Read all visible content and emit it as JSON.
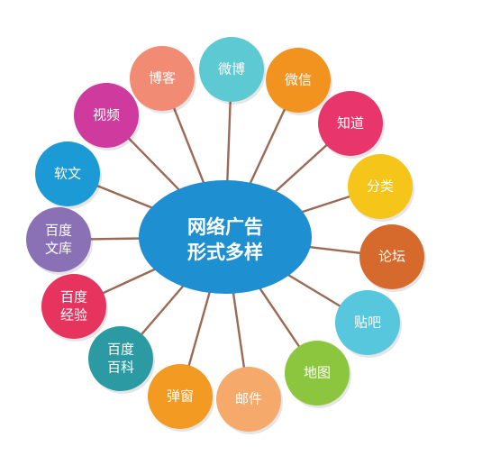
{
  "hub": {
    "lines": [
      "网络广告",
      "形式多样"
    ],
    "color": "#1e8fd0"
  },
  "nodes": [
    {
      "id": "weibo",
      "lines": [
        "微博"
      ],
      "color": "#5cc9d3"
    },
    {
      "id": "weixin",
      "lines": [
        "微信"
      ],
      "color": "#f3931f"
    },
    {
      "id": "zhidao",
      "lines": [
        "知道"
      ],
      "color": "#e8356b"
    },
    {
      "id": "fenlei",
      "lines": [
        "分类"
      ],
      "color": "#f5c51a"
    },
    {
      "id": "luntan",
      "lines": [
        "论坛"
      ],
      "color": "#d66a2c"
    },
    {
      "id": "tieba",
      "lines": [
        "贴吧"
      ],
      "color": "#56c7dc"
    },
    {
      "id": "ditu",
      "lines": [
        "地图"
      ],
      "color": "#8cc63e"
    },
    {
      "id": "youjian",
      "lines": [
        "邮件"
      ],
      "color": "#f5a96a"
    },
    {
      "id": "tanchuang",
      "lines": [
        "弹窗"
      ],
      "color": "#f29a22"
    },
    {
      "id": "baidu-baike",
      "lines": [
        "百度",
        "百科"
      ],
      "color": "#2b9aa2"
    },
    {
      "id": "baidu-jingyan",
      "lines": [
        "百度",
        "经验"
      ],
      "color": "#e6345f"
    },
    {
      "id": "baidu-wenku",
      "lines": [
        "百度",
        "文库"
      ],
      "color": "#8a70b5"
    },
    {
      "id": "ruanwen",
      "lines": [
        "软文"
      ],
      "color": "#1b9ad6"
    },
    {
      "id": "shipin",
      "lines": [
        "视频"
      ],
      "color": "#cf3a9e"
    },
    {
      "id": "boke",
      "lines": [
        "博客"
      ],
      "color": "#f28b73"
    }
  ],
  "colors": {
    "spoke": "#9b6a55",
    "background": "#ffffff"
  }
}
